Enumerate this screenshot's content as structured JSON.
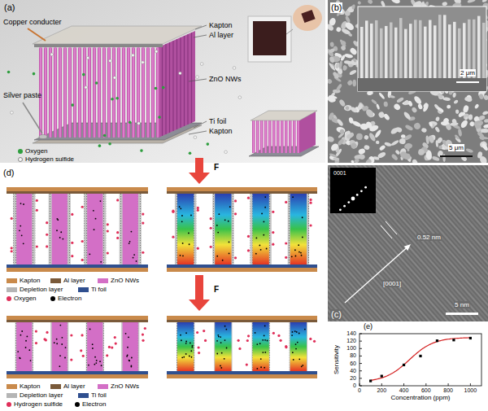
{
  "diagram": {
    "labels": [
      "(a)",
      "Copper conducter",
      "Kapton",
      "Al layer",
      "ZnO NWs",
      "Silver paste",
      "Ti foil",
      "Kapton",
      "(b)",
      "2 μm",
      "5 μm",
      "0001",
      "0.52 nm",
      "[0001]",
      "5 nm",
      "(c)",
      "(d)",
      "F",
      "F",
      "(e)",
      "Sensitivity",
      "Concentration (ppm)",
      "0",
      "20",
      "40",
      "60",
      "80",
      "100",
      "120",
      "140",
      "0",
      "200",
      "400",
      "600",
      "800",
      "1000"
    ],
    "legend": [
      {
        "text": "Oxygen"
      },
      {
        "text": "Hydrogen sulfide"
      },
      {
        "text": "Kapton",
        "color": "#c98a4b"
      },
      {
        "text": "Al layer",
        "color": "#7a5a3a"
      },
      {
        "text": "ZnO NWs",
        "color": "#d36fc6"
      },
      {
        "text": "Depletion layer",
        "color": "#b5b5b5"
      },
      {
        "text": "Ti foil",
        "color": "#2f4f8f"
      },
      {
        "text": "Oxygen"
      },
      {
        "text": "Electron"
      },
      {
        "text": "Kapton",
        "color": "#c98a4b"
      },
      {
        "text": "Al layer",
        "color": "#7a5a3a"
      },
      {
        "text": "ZnO NWs",
        "color": "#d36fc6"
      },
      {
        "text": "Depletion layer",
        "color": "#b5b5b5"
      },
      {
        "text": "Ti foil",
        "color": "#2f4f8f"
      },
      {
        "text": "Hydrogen sulfide"
      },
      {
        "text": "Electron"
      }
    ]
  }
}
